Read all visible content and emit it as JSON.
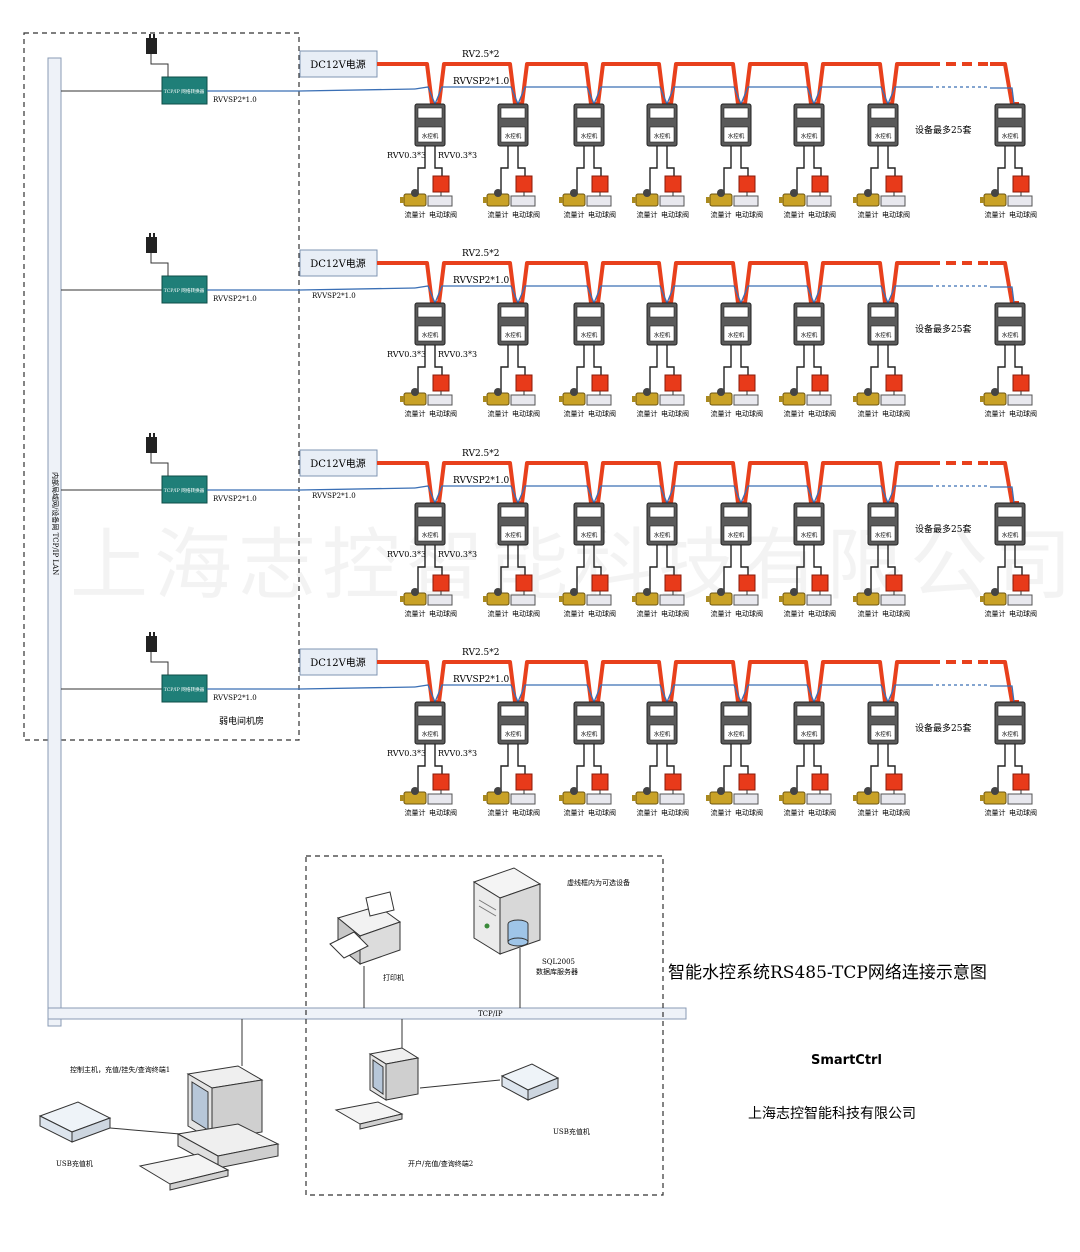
{
  "diagram": {
    "title": "智能水控系统RS485-TCP网络连接示意图",
    "brand": "SmartCtrl",
    "company": "上海志控智能科技有限公司",
    "watermark": "上海志控智能科技有限公司",
    "lan_label": "内部局域网/设备网 TCP/IP LAN",
    "room_label": "弱电间机房",
    "tcp_bus_label": "TCP/IP",
    "converter_label": "TCP/IP 网络转换器",
    "colors": {
      "power_line": "#e8401c",
      "signal_line": "#3a6fb5",
      "converter": "#1f7f78",
      "meter": "#c9a227",
      "valve": "#e83a1a"
    }
  },
  "groups": [
    {
      "psu": "DC12V电源",
      "power_cable": "RV2.5*2",
      "signal_cable": "RVVSP2*1.0",
      "converter_cable": "RVVSP2*1.0",
      "mid_cable": "",
      "limit": "设备最多25套",
      "sensor_a": "RVV0.3*3",
      "sensor_b": "RVV0.3*3"
    },
    {
      "psu": "DC12V电源",
      "power_cable": "RV2.5*2",
      "signal_cable": "RVVSP2*1.0",
      "converter_cable": "RVVSP2*1.0",
      "mid_cable": "RVVSP2*1.0",
      "limit": "设备最多25套",
      "sensor_a": "RVV0.3*3",
      "sensor_b": "RVV0.3*3"
    },
    {
      "psu": "DC12V电源",
      "power_cable": "RV2.5*2",
      "signal_cable": "RVVSP2*1.0",
      "converter_cable": "RVVSP2*1.0",
      "mid_cable": "RVVSP2*1.0",
      "limit": "设备最多25套",
      "sensor_a": "RVV0.3*3",
      "sensor_b": "RVV0.3*3"
    },
    {
      "psu": "DC12V电源",
      "power_cable": "RV2.5*2",
      "signal_cable": "RVVSP2*1.0",
      "converter_cable": "RVVSP2*1.0",
      "mid_cable": "",
      "limit": "设备最多25套",
      "sensor_a": "RVV0.3*3",
      "sensor_b": "RVV0.3*3"
    }
  ],
  "unit": {
    "controller": "水控机",
    "meter": "流量计",
    "valve": "电动球阀"
  },
  "equipment": {
    "printer": "打印机",
    "server_note": "虚线框内为可选设备",
    "server_db": "SQL2005",
    "server": "数据库服务器",
    "client1": "控制主机，充值/挂失/查询终端1",
    "client2": "开户/充值/查询终端2",
    "reader1": "USB充值机",
    "reader2": "USB充值机"
  }
}
